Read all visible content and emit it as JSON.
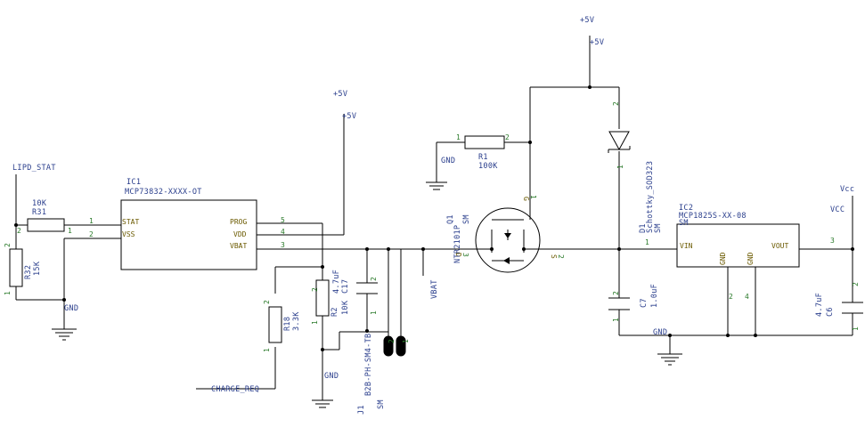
{
  "nets": {
    "p5v_a": "+5V",
    "p5v_a2": "+5V",
    "p5v_b": "+5V",
    "p5v_b2": "+5V",
    "lipd_stat": "LIPD_STAT",
    "charge_req": "CHARGE_REQ",
    "vbat": "VBAT",
    "vcc": "Vcc",
    "vcc2": "VCC",
    "gnd_left": "GND",
    "gnd_mid": "GND",
    "gnd_r1": "GND",
    "gnd_right": "GND"
  },
  "ic1": {
    "ref": "IC1",
    "part": "MCP73832-XXXX-OT",
    "pins": {
      "stat": "STAT",
      "vss": "VSS",
      "prog": "PROG",
      "vdd": "VDD",
      "vbat": "VBAT"
    },
    "nums": {
      "stat": "1",
      "vss": "2",
      "prog": "5",
      "vdd": "4",
      "vbat": "3"
    }
  },
  "ic2": {
    "ref": "IC2",
    "part": "MCP1825S-XX-08",
    "suffix": "SM",
    "pins": {
      "vin": "VIN",
      "vout": "VOUT",
      "gnd1": "GND",
      "gnd2": "GND"
    },
    "nums": {
      "vin": "1",
      "vout": "3",
      "gnd1": "2",
      "gnd2": "4"
    }
  },
  "r31": {
    "ref": "R31",
    "value": "10K",
    "p1": "1",
    "p2": "2"
  },
  "r32": {
    "ref": "R32",
    "value": "15K",
    "p1": "1",
    "p2": "2"
  },
  "r18": {
    "ref": "R18",
    "value": "3.3K",
    "p1": "1",
    "p2": "2"
  },
  "r2": {
    "ref": "R2",
    "value": "10K",
    "p1": "1",
    "p2": "2"
  },
  "r1": {
    "ref": "R1",
    "value": "100K",
    "p1": "1",
    "p2": "2"
  },
  "c17": {
    "ref": "C17",
    "value": "4.7uF",
    "p1": "1",
    "p2": "2"
  },
  "c7": {
    "ref": "C7",
    "value": "1.0uF",
    "p1": "1",
    "p2": "2"
  },
  "c6": {
    "ref": "C6",
    "value": "4.7uF",
    "p1": "1",
    "p2": "2"
  },
  "j1": {
    "ref": "J1",
    "part": "B2B-PH-SM4-TB",
    "suffix": "SM",
    "p1": "1",
    "p2": "2"
  },
  "q1": {
    "ref": "Q1",
    "part": "NTR2101P",
    "suffix": "SM",
    "g": "G",
    "d": "D",
    "s": "S",
    "p1": "1",
    "p2": "2",
    "p3": "3"
  },
  "d1": {
    "ref": "D1",
    "part": "Schottky_SOD323",
    "suffix": "SM",
    "p1": "1",
    "p2": "2"
  }
}
